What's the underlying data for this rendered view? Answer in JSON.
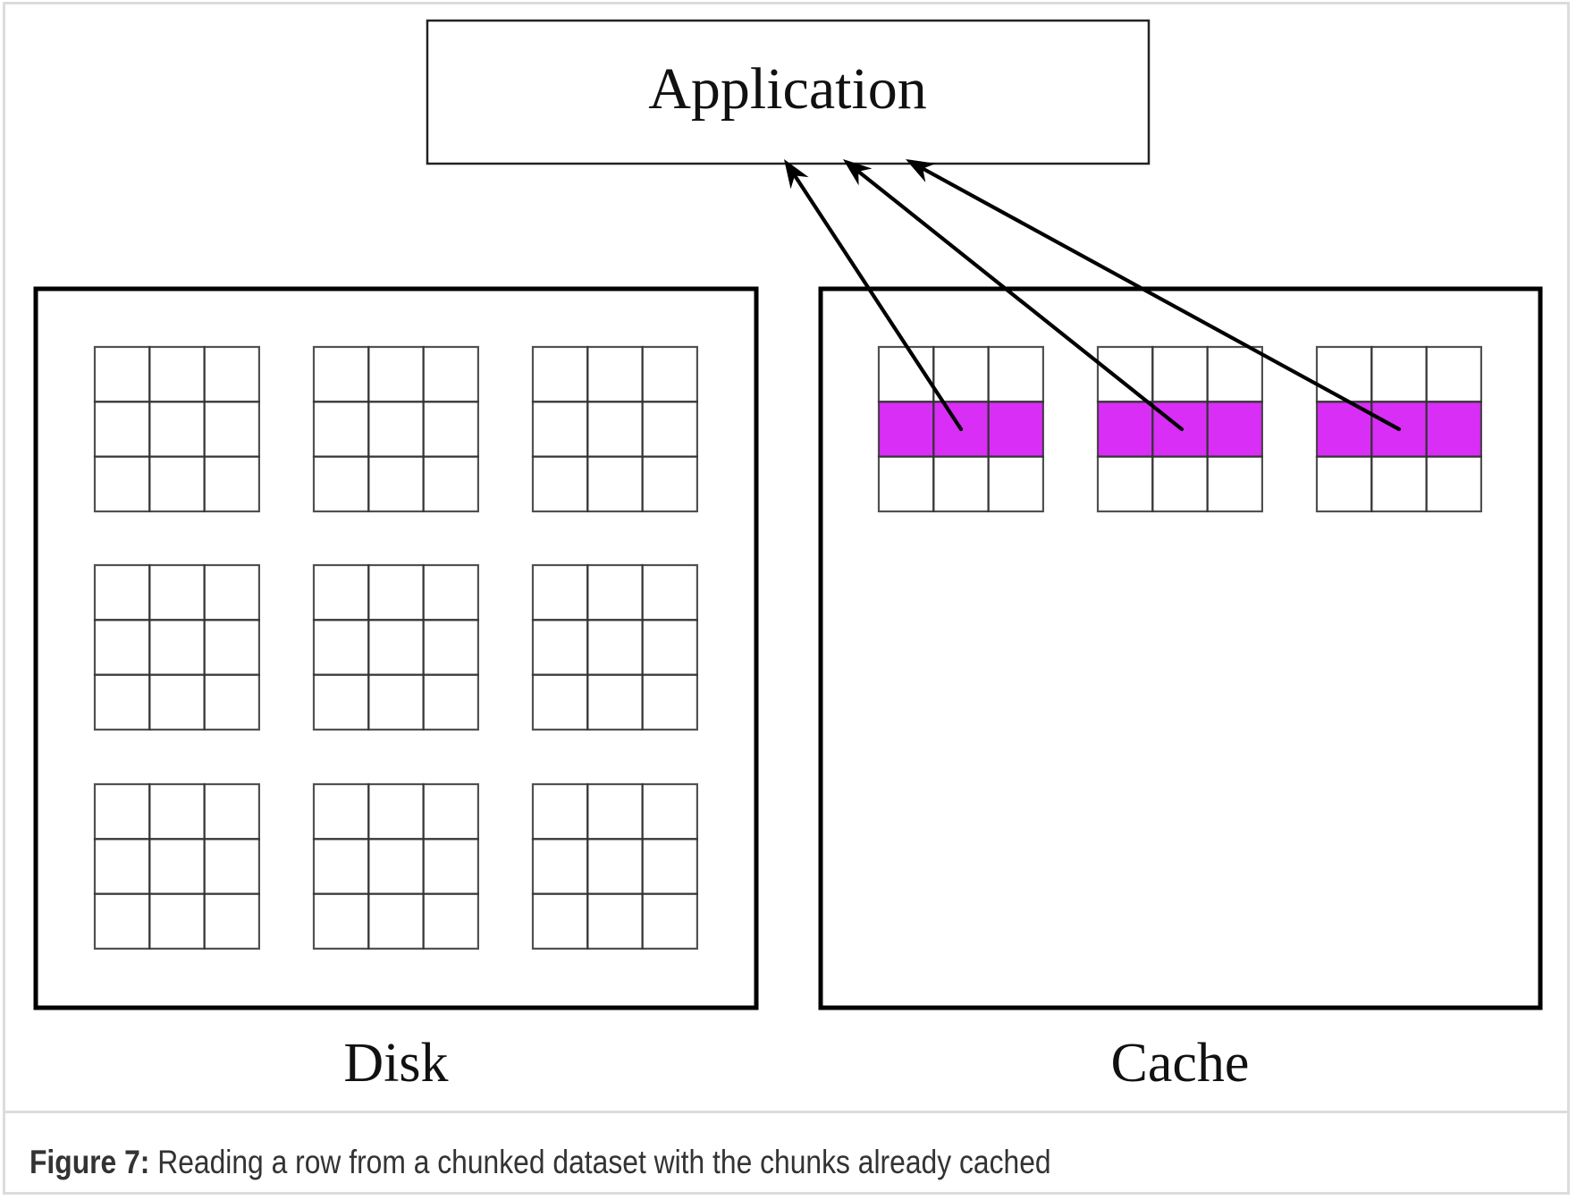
{
  "figure": {
    "application_label": "Application",
    "disk_label": "Disk",
    "cache_label": "Cache",
    "disk_chunk_grid": {
      "rows": 3,
      "cols": 3,
      "cells_per_chunk": [
        3,
        3
      ]
    },
    "cache_chunks": {
      "count": 3,
      "cells_per_chunk": [
        3,
        3
      ],
      "highlighted_row_index": 1
    },
    "arrows": [
      {
        "from": "cache-chunk-1-highlighted-row",
        "to": "application"
      },
      {
        "from": "cache-chunk-2-highlighted-row",
        "to": "application"
      },
      {
        "from": "cache-chunk-3-highlighted-row",
        "to": "application"
      }
    ],
    "colors": {
      "highlight": "#D82EF5",
      "stroke": "#111111",
      "grid": "#333333",
      "frame": "#DCDCDC",
      "caption_text": "#333333"
    }
  },
  "caption": {
    "prefix": "Figure 7:",
    "text": " Reading a row from a chunked dataset with the chunks already cached"
  }
}
